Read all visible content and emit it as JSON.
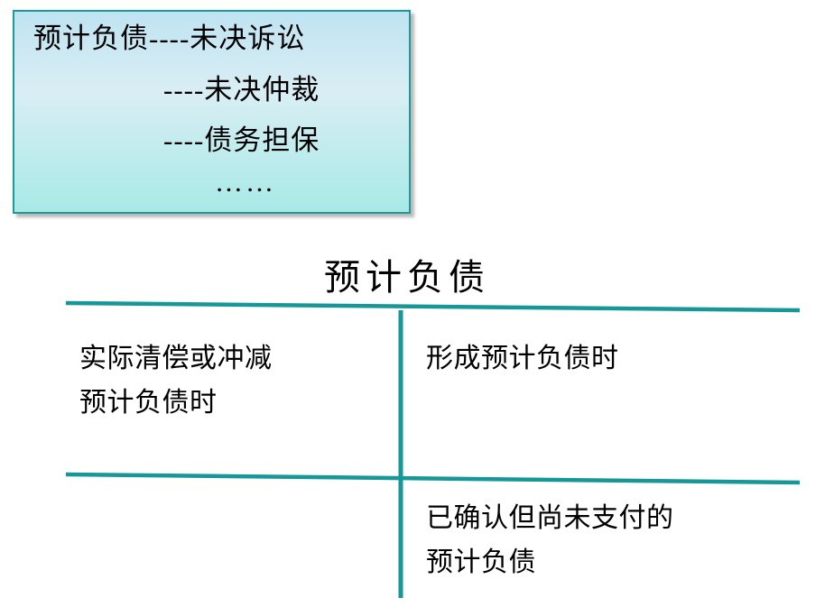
{
  "note_box": {
    "lines": [
      "预计负债----未决诉讼",
      "----未决仲裁",
      "----债务担保",
      "……"
    ]
  },
  "t_account": {
    "title": "预计负债",
    "debit_upper": [
      "实际清偿或冲减",
      "预计负债时"
    ],
    "credit_upper": [
      "形成预计负债时"
    ],
    "credit_balance": [
      "已确认但尚未支付的",
      "预计负债"
    ]
  },
  "colors": {
    "line_teal": "#179797",
    "box_border": "#1a9a9a",
    "box_gradient_top": "#bfe3f2",
    "box_gradient_bottom": "#a8e9e7",
    "text": "#000000",
    "background": "#ffffff"
  }
}
